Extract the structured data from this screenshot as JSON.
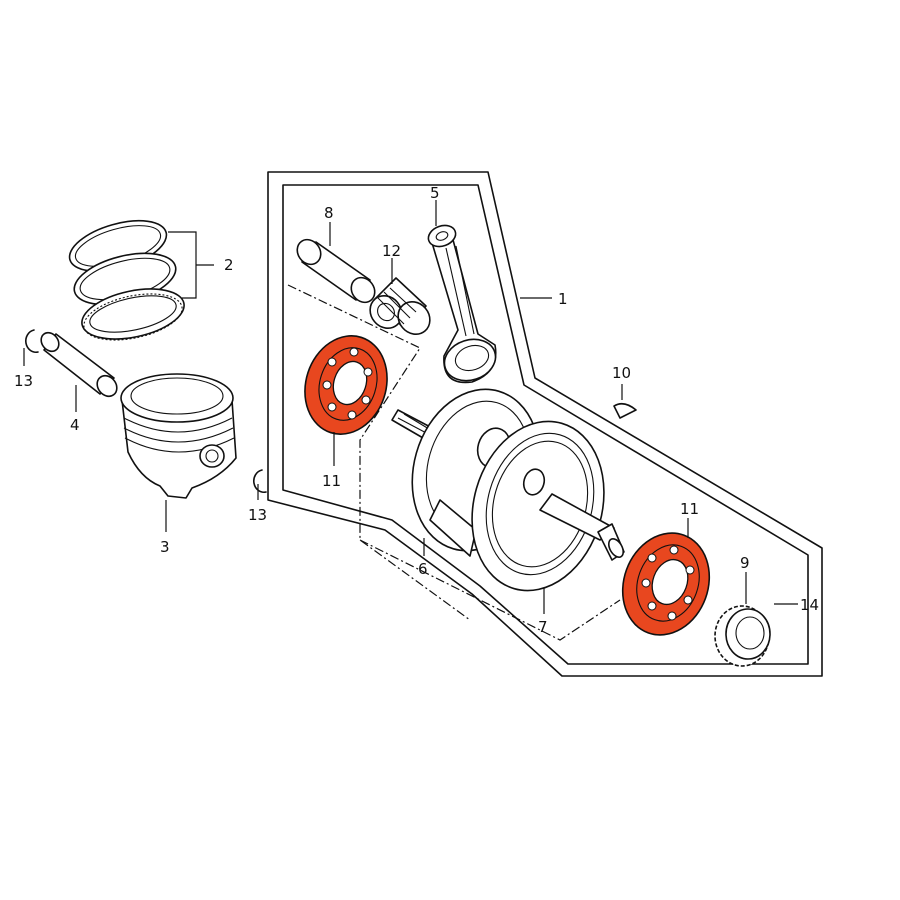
{
  "colors": {
    "ink": "#111111",
    "bearing_highlight": "#e8471f",
    "background": "#ffffff"
  },
  "callouts": {
    "c1": "1",
    "c2": "2",
    "c3": "3",
    "c4": "4",
    "c5": "5",
    "c6": "6",
    "c7": "7",
    "c8": "8",
    "c9": "9",
    "c10": "10",
    "c11a": "11",
    "c11b": "11",
    "c12": "12",
    "c13a": "13",
    "c13b": "13",
    "c14": "14"
  }
}
